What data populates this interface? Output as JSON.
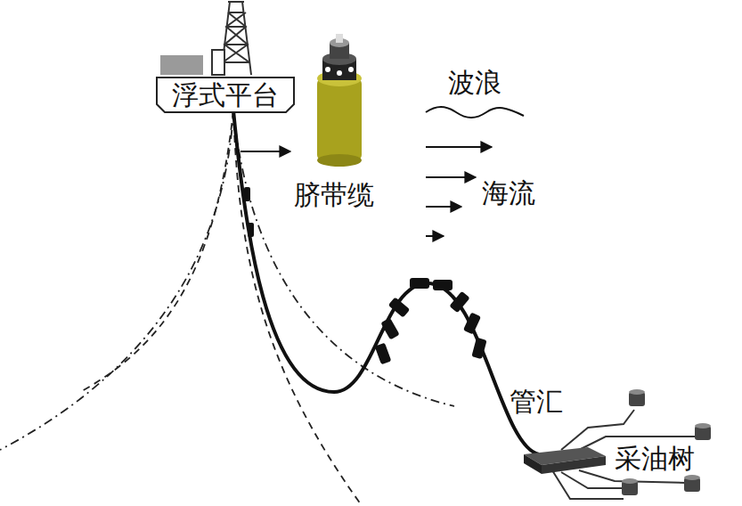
{
  "diagram": {
    "nodes": [
      {
        "text": [
          "浮式平台"
        ]
      }
    ],
    "labels": [
      "波浪",
      "脐带缆",
      "海流",
      "管汇",
      "采油树"
    ]
  }
}
